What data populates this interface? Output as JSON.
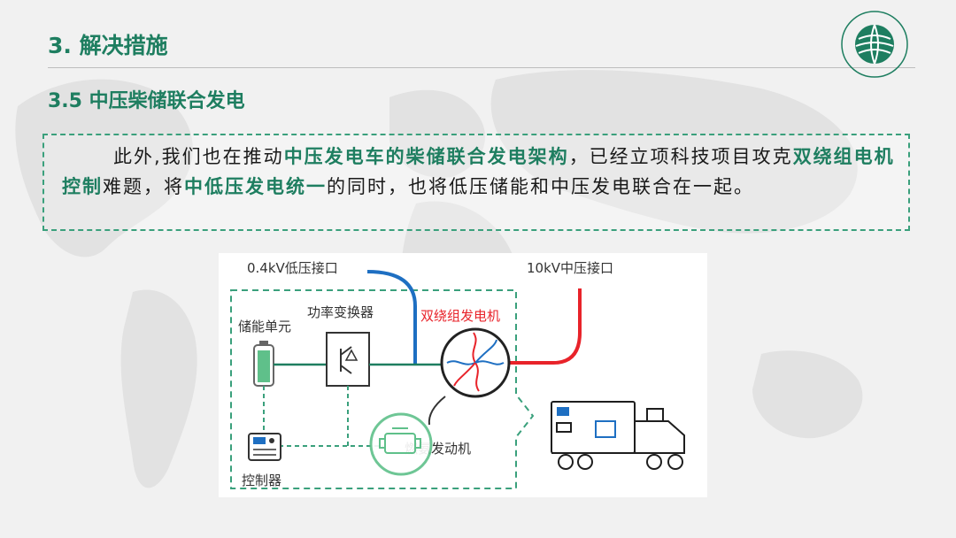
{
  "header": {
    "title": "3. 解决措施"
  },
  "section": {
    "subtitle": "3.5 中压柴储联合发电"
  },
  "paragraph": {
    "runs": [
      {
        "text": "此外,我们也在推动",
        "highlight": false
      },
      {
        "text": "中压发电车的柴储联合发电架构",
        "highlight": true
      },
      {
        "text": "，已经立项科技项目攻克",
        "highlight": false
      },
      {
        "text": "双绕组电机控制",
        "highlight": true
      },
      {
        "text": "难题，将",
        "highlight": false
      },
      {
        "text": "中低压发电统一",
        "highlight": true
      },
      {
        "text": "的同时，也将低压储能和中压发电联合在一起。",
        "highlight": false
      }
    ]
  },
  "diagram": {
    "label_lv_interface": "0.4kV低压接口",
    "label_mv_interface": "10kV中压接口",
    "label_power_converter": "功率变换器",
    "label_storage_unit": "储能单元",
    "label_dual_winding_generator": "双绕组发电机",
    "label_ammonia_engine": "燃氨发动机",
    "label_controller": "控制器"
  },
  "colors": {
    "accent_green": "#1e7e60",
    "dash_green": "#3aa07c",
    "lv_blue": "#1e6fc2",
    "mv_red": "#e8232a"
  }
}
